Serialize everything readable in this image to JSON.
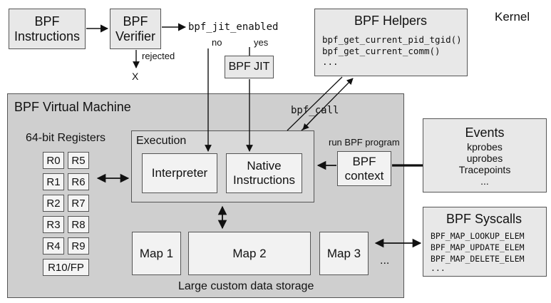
{
  "kernel_label": "Kernel",
  "bpf_instructions": [
    "BPF",
    "Instructions"
  ],
  "bpf_verifier": [
    "BPF",
    "Verifier"
  ],
  "rejected_label": "rejected",
  "rejected_result": "X",
  "jit_enabled_label": "bpf_jit_enabled",
  "no_label": "no",
  "yes_label": "yes",
  "bpf_jit": "BPF JIT",
  "helpers": {
    "title": "BPF Helpers",
    "items": [
      "bpf_get_current_pid_tgid()",
      "bpf_get_current_comm()",
      "..."
    ]
  },
  "vm": {
    "title": "BPF Virtual Machine",
    "bpf_call": "bpf_call",
    "registers_title": "64-bit Registers",
    "registers_left": [
      "R0",
      "R1",
      "R2",
      "R3",
      "R4"
    ],
    "registers_right": [
      "R5",
      "R6",
      "R7",
      "R8",
      "R9"
    ],
    "register_last": "R10/FP",
    "execution": {
      "title": "Execution",
      "interpreter": "Interpreter",
      "native": [
        "Native",
        "Instructions"
      ]
    },
    "run_program_label": "run BPF program",
    "context": [
      "BPF",
      "context"
    ],
    "maps": [
      "Map 1",
      "Map 2",
      "Map 3"
    ],
    "maps_ellipsis": "...",
    "storage_label": "Large custom data storage"
  },
  "events": {
    "title": "Events",
    "items": [
      "kprobes",
      "uprobes",
      "Tracepoints",
      "..."
    ]
  },
  "syscalls": {
    "title": "BPF Syscalls",
    "items": [
      "BPF_MAP_LOOKUP_ELEM",
      "BPF_MAP_UPDATE_ELEM",
      "BPF_MAP_DELETE_ELEM",
      "..."
    ]
  }
}
